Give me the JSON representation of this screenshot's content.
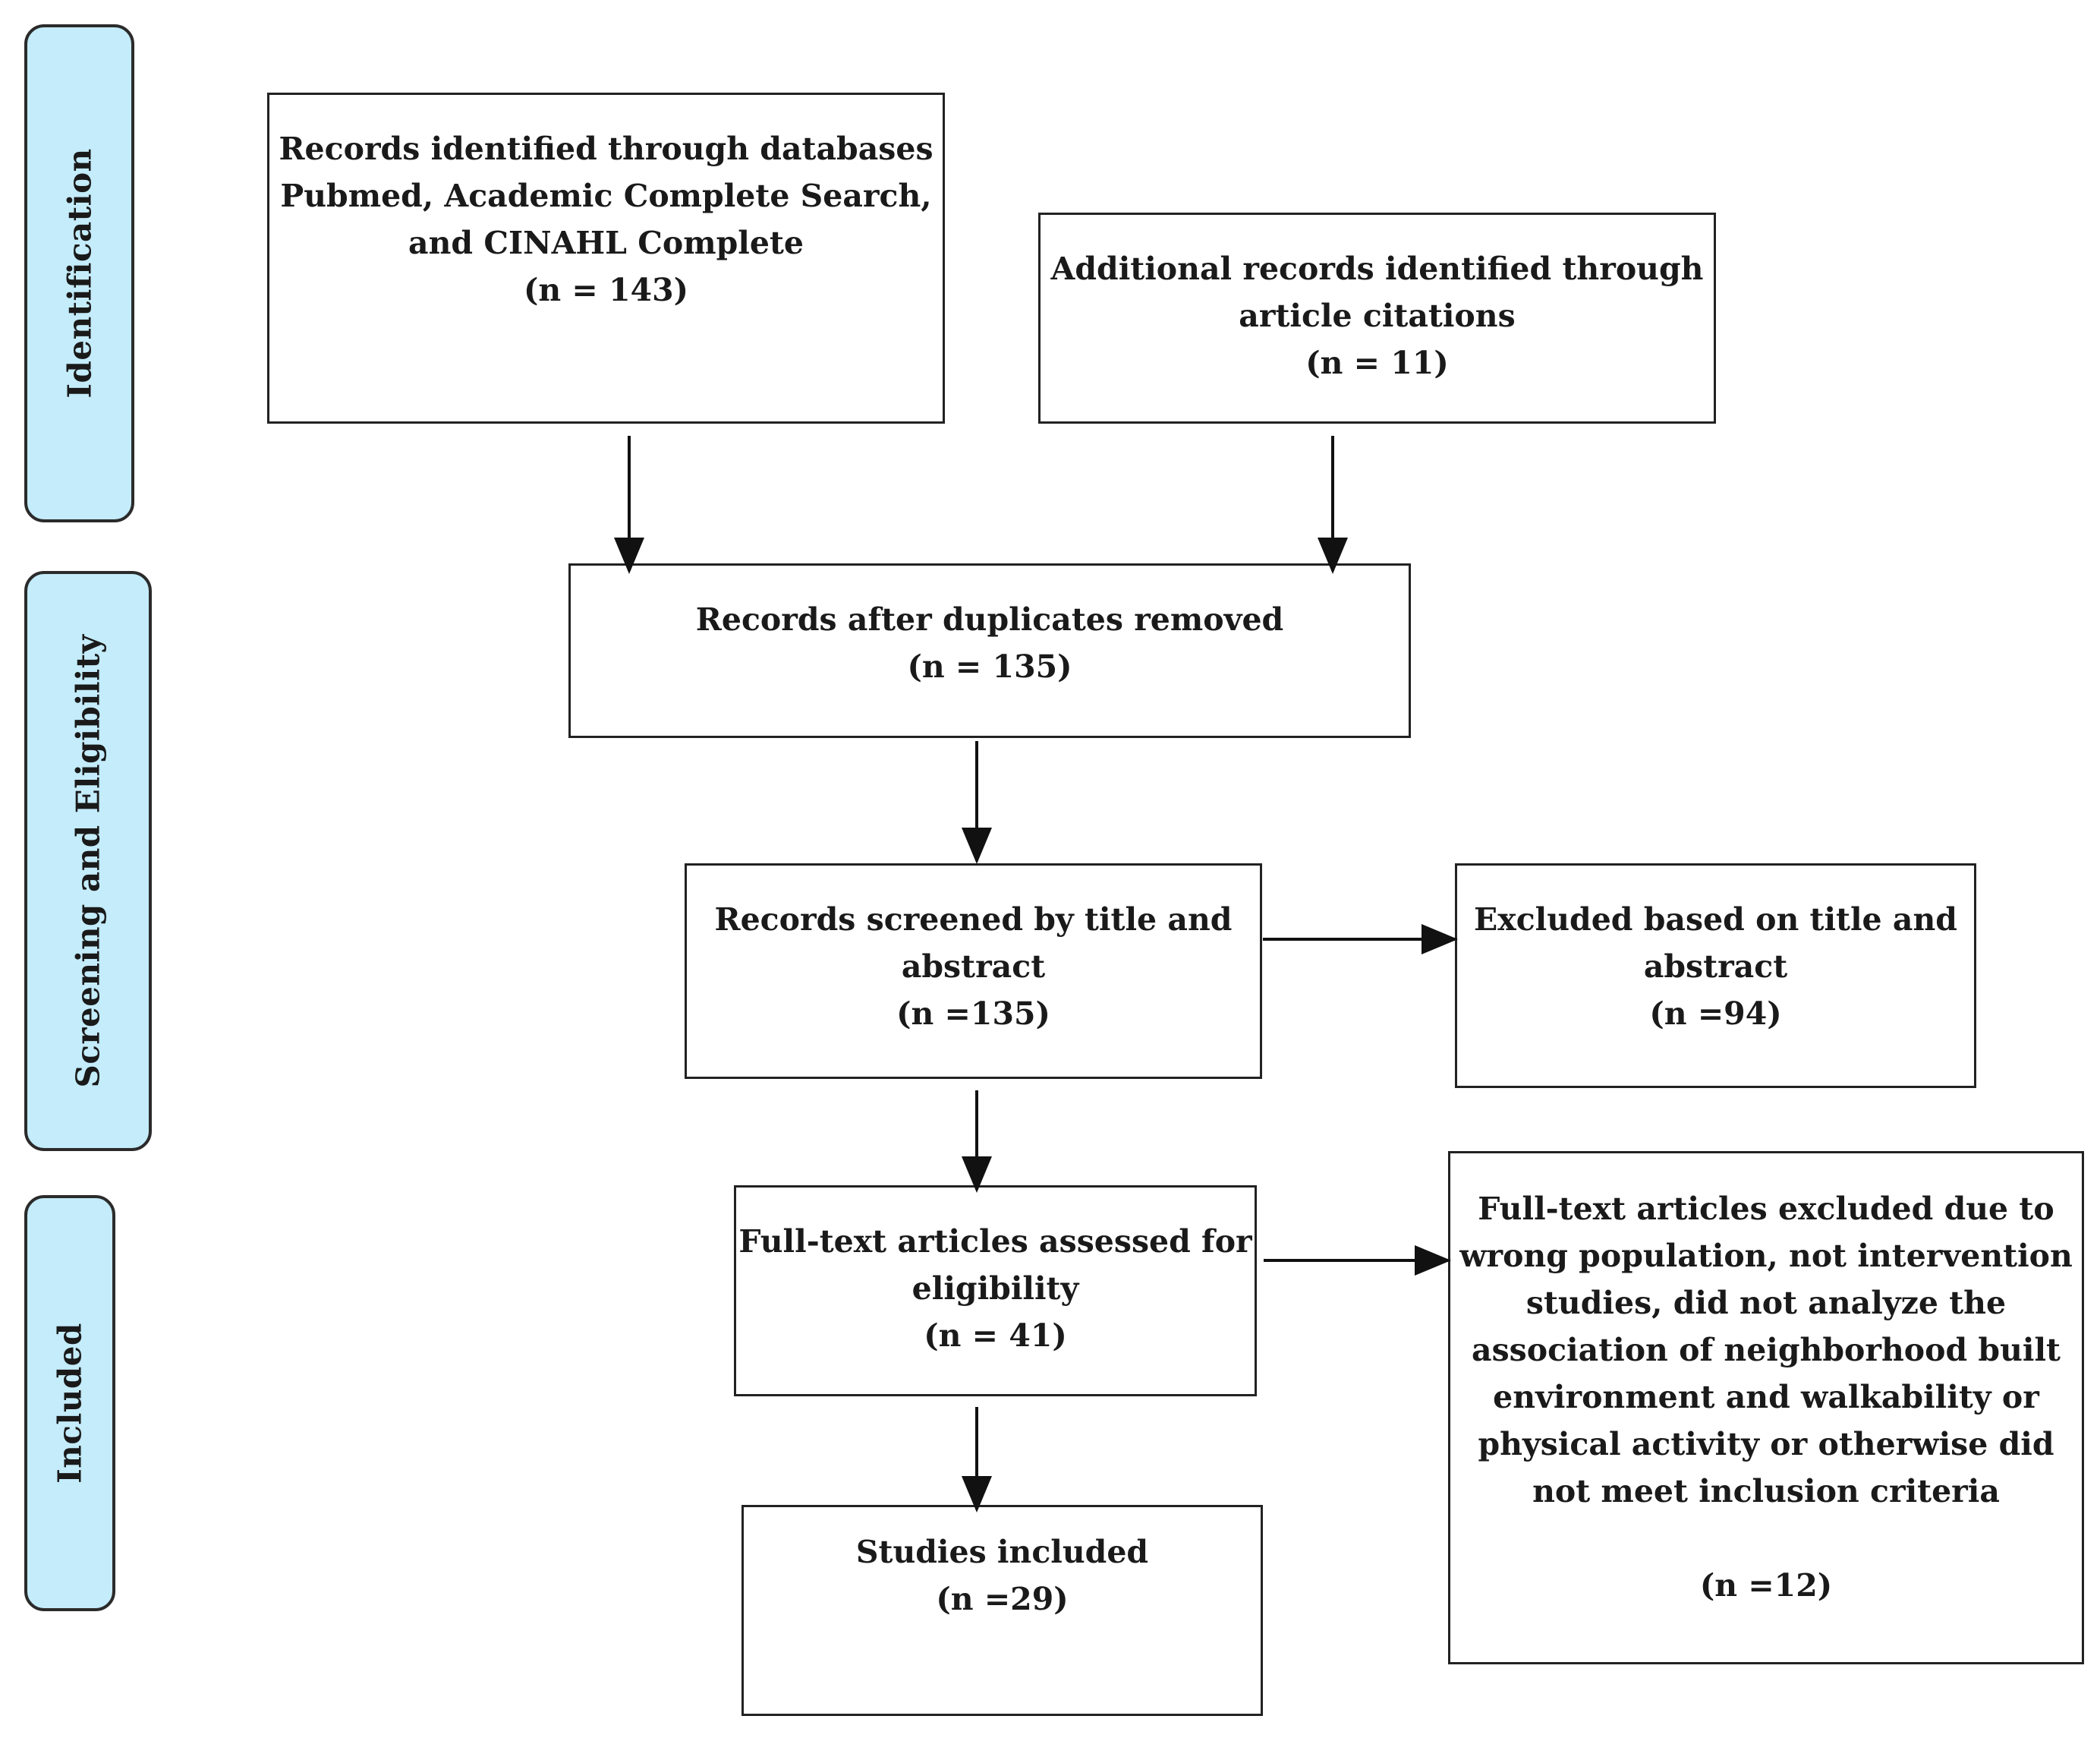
{
  "phases": {
    "identification": "Identification",
    "screening": "Screening and Eligibility",
    "included": "Included"
  },
  "boxes": {
    "records_identified": {
      "lines": [
        "Records identified through databases",
        "Pubmed, Academic Complete Search,",
        "and CINAHL Complete"
      ],
      "count": "(n = 143)"
    },
    "additional_records": {
      "lines": [
        "Additional records identified through",
        "article citations"
      ],
      "count": "(n = 11)"
    },
    "after_duplicates": {
      "lines": [
        "Records after duplicates removed"
      ],
      "count": "(n = 135)"
    },
    "screened": {
      "lines": [
        "Records screened by title and",
        "abstract"
      ],
      "count": "(n =135)"
    },
    "excluded_title": {
      "lines": [
        "Excluded based on title and",
        "abstract"
      ],
      "count": "(n =94)"
    },
    "full_text": {
      "lines": [
        "Full-text articles assessed for",
        "eligibility"
      ],
      "count": "(n = 41)"
    },
    "full_text_excluded": {
      "lines": [
        "Full-text articles excluded due to",
        "wrong population, not intervention",
        "studies, did not analyze the",
        "association of neighborhood built",
        "environment and walkability or",
        "physical activity or otherwise did",
        "not meet inclusion criteria"
      ],
      "count": "(n =12)"
    },
    "included": {
      "lines": [
        "Studies included"
      ],
      "count": "(n =29)"
    }
  }
}
